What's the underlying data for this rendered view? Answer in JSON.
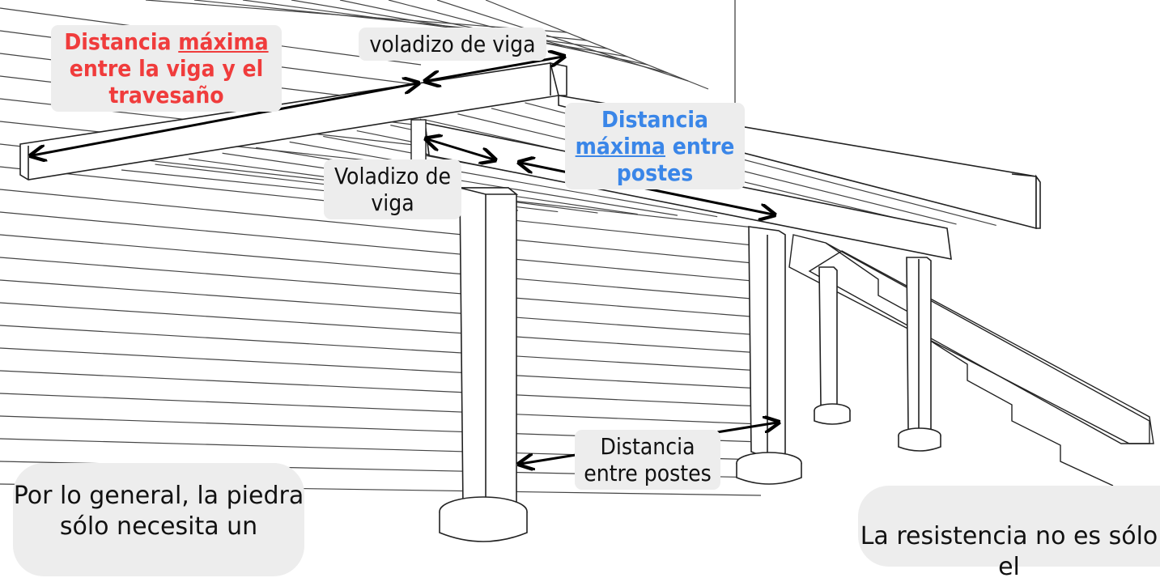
{
  "labels": {
    "max_beam_ledger": {
      "part1": "Distancia ",
      "part2": "máxima",
      "part3": "entre la viga y el",
      "part4": "travesaño"
    },
    "beam_overhang_top": "voladizo de viga",
    "max_post_span": {
      "part1": "Distancia",
      "part2": "máxima",
      "part3": " entre",
      "part4": "postes"
    },
    "beam_overhang_side": {
      "line1": "Voladizo de",
      "line2": "viga"
    },
    "post_span": {
      "line1": "Distancia",
      "line2": "entre postes"
    }
  },
  "notes": {
    "left": {
      "line1": "Por lo general, la piedra",
      "line2": "sólo necesita un"
    },
    "right": {
      "line1": "La resistencia no es sólo el"
    }
  },
  "colors": {
    "red_label": "#f03c3c",
    "blue_label": "#3a86e8",
    "label_bg": "#ededed",
    "line": "#222222"
  }
}
